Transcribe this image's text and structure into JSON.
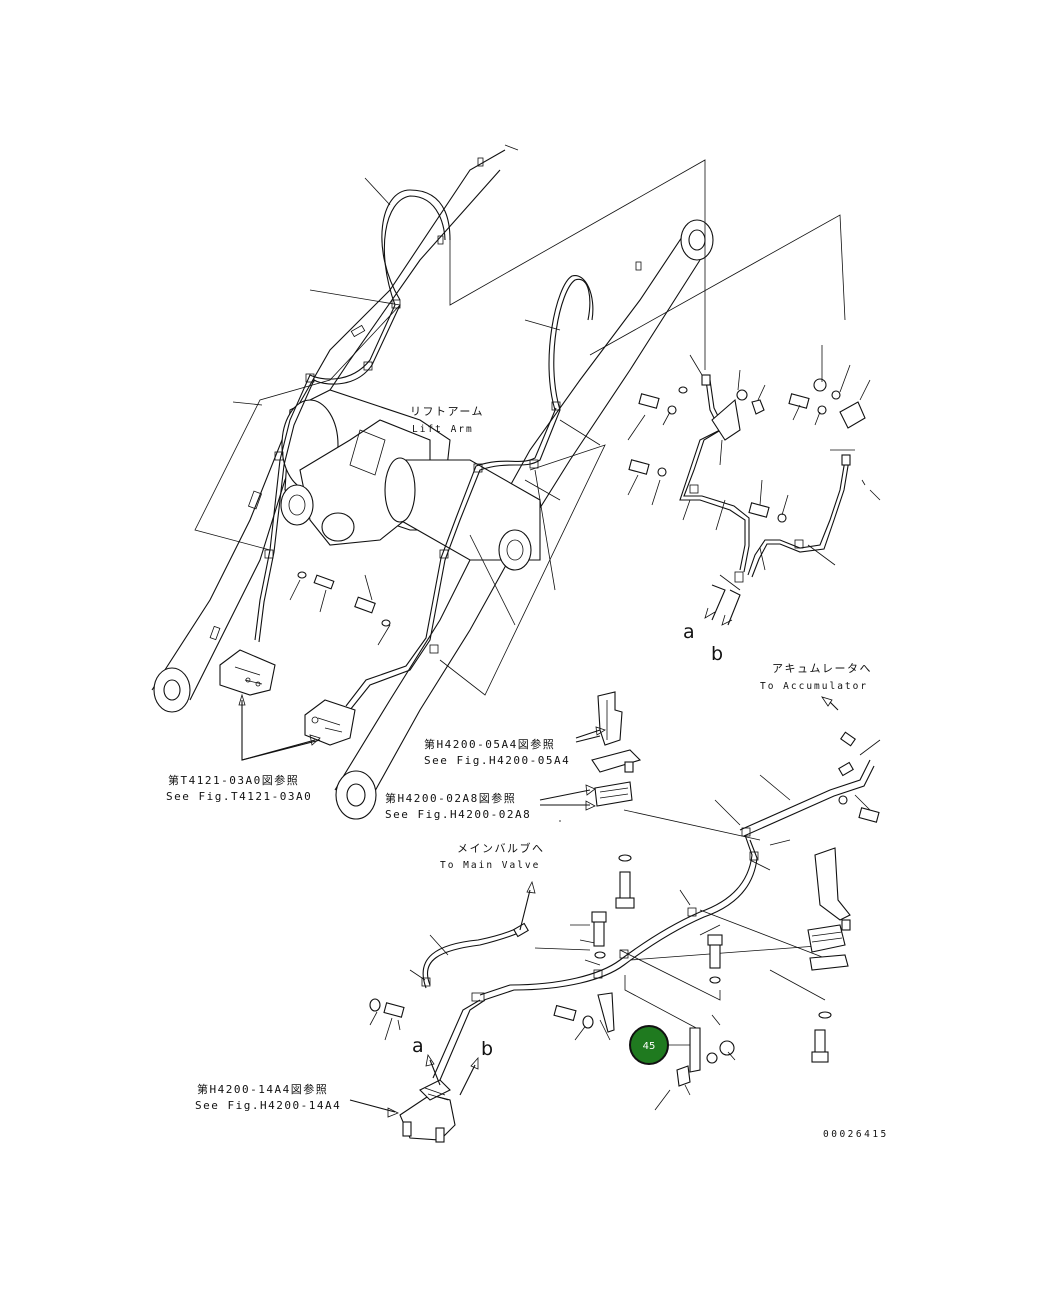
{
  "diagram": {
    "labels": {
      "lift_arm_jp": "リフトアーム",
      "lift_arm_en": "Lift Arm",
      "accumulator_jp": "アキュムレータへ",
      "accumulator_en": "To Accumulator",
      "main_valve_jp": "メインバルブへ",
      "main_valve_en": "To Main Valve",
      "marker_a_top": "a",
      "marker_b_top": "b",
      "marker_a_bottom": "a",
      "marker_b_bottom": "b",
      "drawing_code": "00026415"
    },
    "references": [
      {
        "jp": "第T4121-03A0図参照",
        "en": "See Fig.T4121-03A0"
      },
      {
        "jp": "第H4200-05A4図参照",
        "en": "See Fig.H4200-05A4"
      },
      {
        "jp": "第H4200-02A8図参照",
        "en": "See Fig.H4200-02A8"
      },
      {
        "jp": "第H4200-14A4図参照",
        "en": "See Fig.H4200-14A4"
      }
    ],
    "callout": {
      "number": "45",
      "color": "#1f7a1f"
    },
    "line_color": "#111111",
    "background": "#ffffff"
  }
}
